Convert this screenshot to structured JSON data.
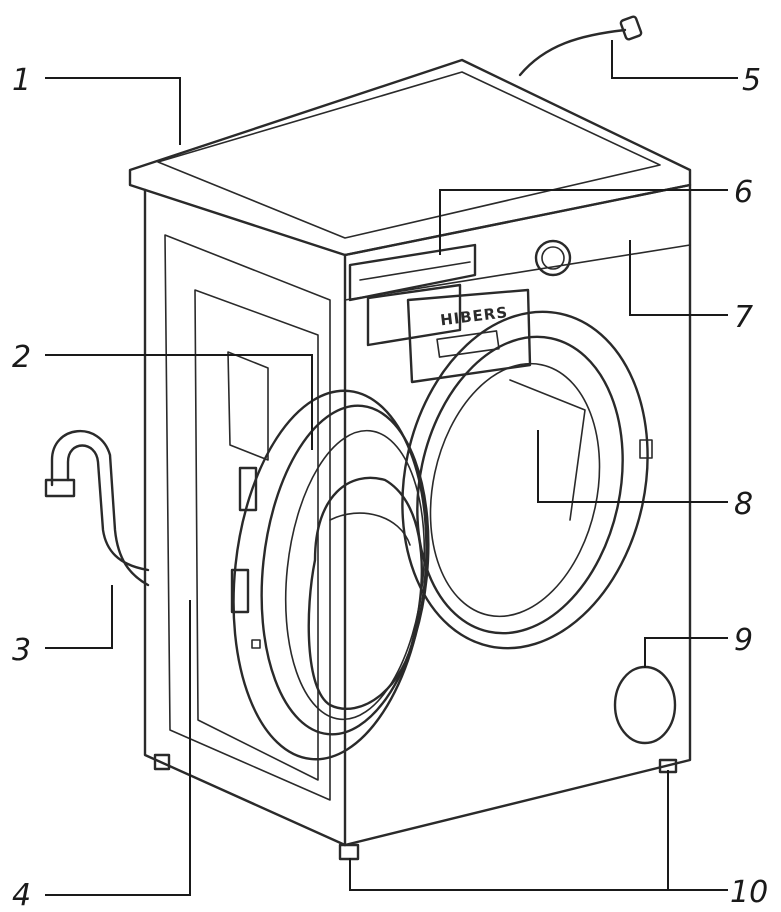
{
  "diagram": {
    "brand_label": "HIBERS",
    "callouts": [
      {
        "id": "1",
        "text": "1"
      },
      {
        "id": "2",
        "text": "2"
      },
      {
        "id": "3",
        "text": "3"
      },
      {
        "id": "4",
        "text": "4"
      },
      {
        "id": "5",
        "text": "5"
      },
      {
        "id": "6",
        "text": "6"
      },
      {
        "id": "7",
        "text": "7"
      },
      {
        "id": "8",
        "text": "8"
      },
      {
        "id": "9",
        "text": "9"
      },
      {
        "id": "10",
        "text": "10"
      }
    ]
  }
}
